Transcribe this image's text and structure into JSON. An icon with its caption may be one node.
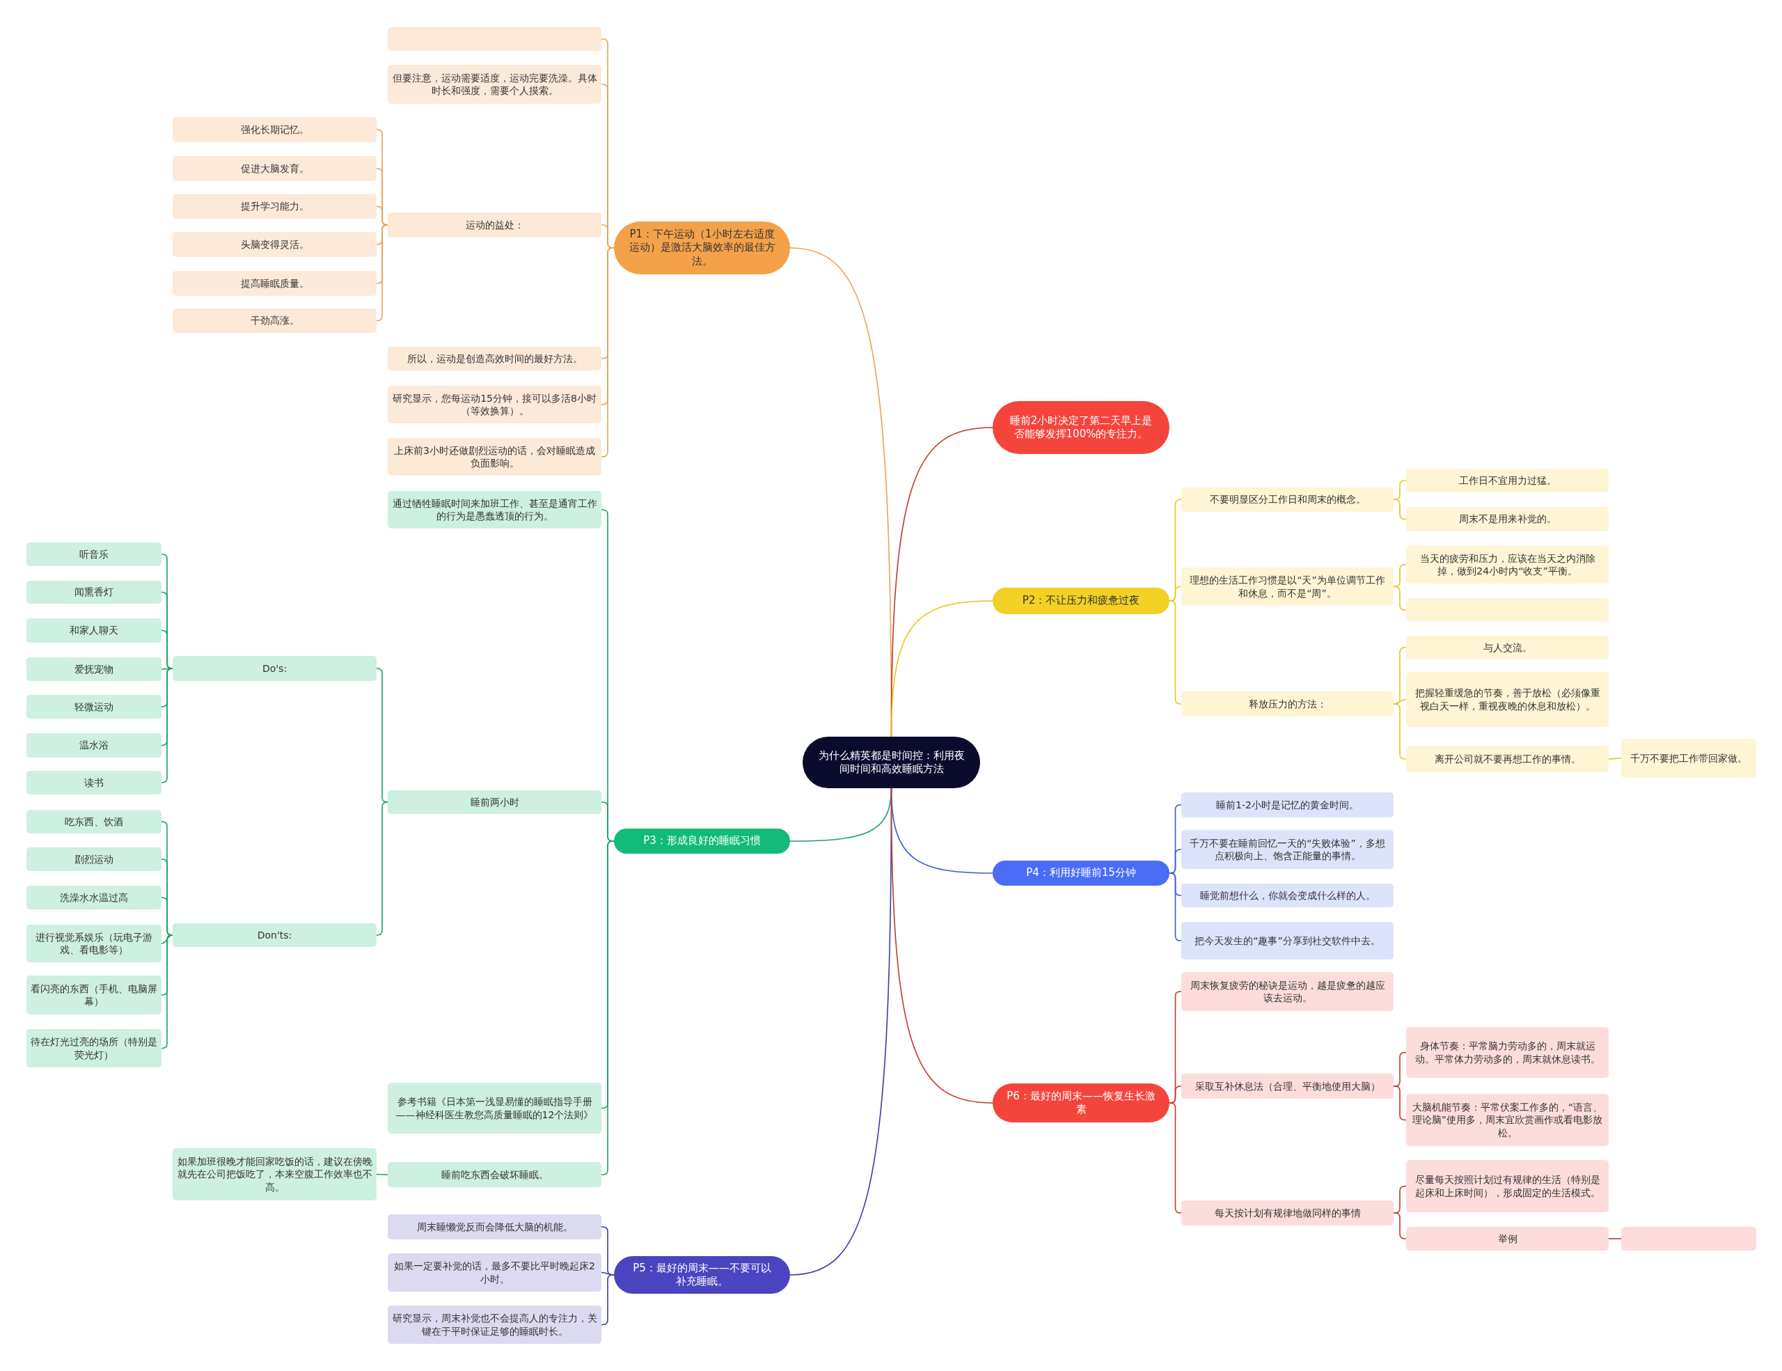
{
  "diagram": {
    "nodes": [
      {
        "text": [
          "为什么精英都是时间控：利用夜间时间和高效睡眠方法"
        ]
      },
      {
        "text": [
          "P1：下午运动（1小时左右适度运动）是激活大脑效率的最佳方法。"
        ]
      },
      {
        "text": [],
        "shape": "box"
      },
      {
        "text": [
          "但要注意，运动需要适度，运动完要洗澡。具体时长和强度，需要个人摸索。"
        ]
      },
      {
        "text": [
          "运动的益处："
        ]
      },
      {
        "text": [
          "强化长期记忆。"
        ]
      },
      {
        "text": [
          "促进大脑发育。"
        ]
      },
      {
        "text": [
          "提升学习能力。"
        ]
      },
      {
        "text": [
          "头脑变得灵活。"
        ]
      },
      {
        "text": [
          "提高睡眠质量。"
        ]
      },
      {
        "text": [
          "干劲高涨。"
        ]
      },
      {
        "text": [
          "所以，运动是创造高效时间的最好方法。"
        ]
      },
      {
        "text": [
          "研究显示，您每运动15分钟，接可以多活8小时（等效换算）。"
        ]
      },
      {
        "text": [
          "上床前3小时还做剧烈运动的话，会对睡眠造成负面影响。"
        ]
      },
      {
        "text": [
          "睡前2小时决定了第二天早上是否能够发挥100%的专注力。"
        ]
      },
      {
        "text": [
          "P2：不让压力和疲惫过夜"
        ]
      },
      {
        "text": [
          "不要明显区分工作日和周末的概念。"
        ]
      },
      {
        "text": [
          "工作日不宜用力过猛。"
        ]
      },
      {
        "text": [
          "周末不是用来补觉的。"
        ]
      },
      {
        "text": [
          "理想的生活工作习惯是以“天”为单位调节工作和休息，而不是“周”。"
        ]
      },
      {
        "text": [
          "当天的疲劳和压力，应该在当天之内消除掉，做到24小时内“收支”平衡。"
        ]
      },
      {
        "text": [],
        "shape": "box"
      },
      {
        "text": [
          "释放压力的方法："
        ]
      },
      {
        "text": [
          "与人交流。"
        ]
      },
      {
        "text": [
          "把握轻重缓急的节奏，善于放松（必须像重视白天一样，重视夜晚的休息和放松）。"
        ]
      },
      {
        "text": [
          "离开公司就不要再想工作的事情。"
        ]
      },
      {
        "text": [
          "千万不要把工作带回家做。"
        ]
      },
      {
        "text": [
          "P3：形成良好的睡眠习惯"
        ]
      },
      {
        "text": [
          "通过牺牲睡眠时间来加班工作、甚至是通宵工作的行为是愚蠢透顶的行为。"
        ]
      },
      {
        "text": [
          "睡前两小时"
        ]
      },
      {
        "text": [
          "Do's:"
        ]
      },
      {
        "text": [
          "听音乐"
        ]
      },
      {
        "text": [
          "闻熏香灯"
        ]
      },
      {
        "text": [
          "和家人聊天"
        ]
      },
      {
        "text": [
          "爱抚宠物"
        ]
      },
      {
        "text": [
          "轻微运动"
        ]
      },
      {
        "text": [
          "温水浴"
        ]
      },
      {
        "text": [
          "读书"
        ]
      },
      {
        "text": [
          "Don'ts:"
        ]
      },
      {
        "text": [
          "吃东西、饮酒"
        ]
      },
      {
        "text": [
          "剧烈运动"
        ]
      },
      {
        "text": [
          "洗澡水水温过高"
        ]
      },
      {
        "text": [
          "进行视觉系娱乐（玩电子游戏、看电影等）"
        ]
      },
      {
        "text": [
          "看闪亮的东西（手机、电脑屏幕）"
        ]
      },
      {
        "text": [
          "待在灯光过亮的场所（特别是荧光灯）"
        ]
      },
      {
        "text": [
          "参考书籍《日本第一浅显易懂的睡眠指导手册——神经科医生教您高质量睡眠的12个法则》"
        ]
      },
      {
        "text": [
          "睡前吃东西会破坏睡眠。"
        ]
      },
      {
        "text": [
          "如果加班很晚才能回家吃饭的话，建议在傍晚就先在公司把饭吃了，本来空腹工作效率也不高。"
        ]
      },
      {
        "text": [
          "P4：利用好睡前15分钟"
        ]
      },
      {
        "text": [
          "睡前1-2小时是记忆的黄金时间。"
        ]
      },
      {
        "text": [
          "千万不要在睡前回忆一天的“失败体验”，多想点积极向上、饱含正能量的事情。"
        ]
      },
      {
        "text": [
          "睡觉前想什么，你就会变成什么样的人。"
        ]
      },
      {
        "text": [
          "把今天发生的“趣事”分享到社交软件中去。"
        ]
      },
      {
        "text": [
          "P5：最好的周末——不要可以补充睡眠。"
        ]
      },
      {
        "text": [
          "周末睡懒觉反而会降低大脑的机能。"
        ]
      },
      {
        "text": [
          "如果一定要补觉的话，最多不要比平时晚起床2小时。"
        ]
      },
      {
        "text": [
          "研究显示，周末补觉也不会提高人的专注力，关键在于平时保证足够的睡眠时长。"
        ]
      },
      {
        "text": [
          "P6：最好的周末——恢复生长激素"
        ]
      },
      {
        "text": [
          "周末恢复疲劳的秘诀是运动，越是疲惫的越应该去运动。"
        ]
      },
      {
        "text": [
          "采取互补休息法（合理、平衡地使用大脑）"
        ]
      },
      {
        "text": [
          "身体节奏：平常脑力劳动多的，周末就运动。平常体力劳动多的，周末就休息读书。"
        ]
      },
      {
        "text": [
          "大脑机能节奏：平常伏案工作多的，“语言、理论脑”使用多，周末宜欣赏画作或看电影放松。"
        ]
      },
      {
        "text": [
          "每天按计划有规律地做同样的事情"
        ]
      },
      {
        "text": [
          "尽量每天按照计划过有规律的生活（特别是起床和上床时间），形成固定的生活模式。"
        ]
      },
      {
        "text": [
          "举例"
        ]
      },
      {
        "text": [],
        "shape": "box"
      }
    ],
    "edges": [
      {
        "from": 0,
        "to": 1,
        "arrow": "none",
        "color": "#e8a25a"
      },
      {
        "from": 1,
        "to": 2,
        "arrow": "none",
        "color": "#e8a25a"
      },
      {
        "from": 1,
        "to": 3,
        "arrow": "none",
        "color": "#e8a25a"
      },
      {
        "from": 1,
        "to": 4,
        "arrow": "none",
        "color": "#e8a25a"
      },
      {
        "from": 4,
        "to": 5,
        "arrow": "none",
        "color": "#e8a25a"
      },
      {
        "from": 4,
        "to": 6,
        "arrow": "none",
        "color": "#e8a25a"
      },
      {
        "from": 4,
        "to": 7,
        "arrow": "none",
        "color": "#e8a25a"
      },
      {
        "from": 4,
        "to": 8,
        "arrow": "none",
        "color": "#e8a25a"
      },
      {
        "from": 4,
        "to": 9,
        "arrow": "none",
        "color": "#e8a25a"
      },
      {
        "from": 4,
        "to": 10,
        "arrow": "none",
        "color": "#e8a25a"
      },
      {
        "from": 1,
        "to": 11,
        "arrow": "none",
        "color": "#e8a25a"
      },
      {
        "from": 1,
        "to": 12,
        "arrow": "none",
        "color": "#e8a25a"
      },
      {
        "from": 1,
        "to": 13,
        "arrow": "none",
        "color": "#e8a25a"
      },
      {
        "from": 0,
        "to": 14,
        "arrow": "none",
        "color": "#c0392b"
      },
      {
        "from": 0,
        "to": 15,
        "arrow": "none",
        "color": "#e6c619"
      },
      {
        "from": 15,
        "to": 16,
        "arrow": "none",
        "color": "#e6c619"
      },
      {
        "from": 16,
        "to": 17,
        "arrow": "none",
        "color": "#e6c619"
      },
      {
        "from": 16,
        "to": 18,
        "arrow": "none",
        "color": "#e6c619"
      },
      {
        "from": 15,
        "to": 19,
        "arrow": "none",
        "color": "#e6c619"
      },
      {
        "from": 19,
        "to": 20,
        "arrow": "none",
        "color": "#e6c619"
      },
      {
        "from": 19,
        "to": 21,
        "arrow": "none",
        "color": "#e6c619"
      },
      {
        "from": 15,
        "to": 22,
        "arrow": "none",
        "color": "#e6c619"
      },
      {
        "from": 22,
        "to": 23,
        "arrow": "none",
        "color": "#e6c619"
      },
      {
        "from": 22,
        "to": 24,
        "arrow": "none",
        "color": "#e6c619"
      },
      {
        "from": 22,
        "to": 25,
        "arrow": "none",
        "color": "#e6c619"
      },
      {
        "from": 25,
        "to": 26,
        "arrow": "none",
        "color": "#e6c619"
      },
      {
        "from": 0,
        "to": 27,
        "arrow": "none"
      },
      {
        "from": 27,
        "to": 28,
        "arrow": "none"
      },
      {
        "from": 27,
        "to": 29,
        "arrow": "none"
      },
      {
        "from": 29,
        "to": 30,
        "arrow": "none"
      },
      {
        "from": 30,
        "to": 31,
        "arrow": "none"
      },
      {
        "from": 30,
        "to": 32,
        "arrow": "none"
      },
      {
        "from": 30,
        "to": 33,
        "arrow": "none"
      },
      {
        "from": 30,
        "to": 34,
        "arrow": "none"
      },
      {
        "from": 30,
        "to": 35,
        "arrow": "none"
      },
      {
        "from": 30,
        "to": 36,
        "arrow": "none"
      },
      {
        "from": 30,
        "to": 37,
        "arrow": "none"
      },
      {
        "from": 29,
        "to": 38,
        "arrow": "none"
      },
      {
        "from": 38,
        "to": 39,
        "arrow": "none"
      },
      {
        "from": 38,
        "to": 40,
        "arrow": "none"
      },
      {
        "from": 38,
        "to": 41,
        "arrow": "none"
      },
      {
        "from": 38,
        "to": 42,
        "arrow": "none"
      },
      {
        "from": 38,
        "to": 43,
        "arrow": "none"
      },
      {
        "from": 38,
        "to": 44,
        "arrow": "none"
      },
      {
        "from": 27,
        "to": 45,
        "arrow": "none"
      },
      {
        "from": 27,
        "to": 46,
        "arrow": "none"
      },
      {
        "from": 46,
        "to": 47,
        "arrow": "none"
      },
      {
        "from": 0,
        "to": 48,
        "arrow": "none",
        "color": "#3a5bd0"
      },
      {
        "from": 48,
        "to": 49,
        "arrow": "none",
        "color": "#3a5bd0"
      },
      {
        "from": 48,
        "to": 50,
        "arrow": "none",
        "color": "#3a5bd0"
      },
      {
        "from": 48,
        "to": 51,
        "arrow": "none",
        "color": "#3a5bd0"
      },
      {
        "from": 48,
        "to": 52,
        "arrow": "none",
        "color": "#3a5bd0"
      },
      {
        "from": 0,
        "to": 53,
        "arrow": "none",
        "color": "#3b3ba8"
      },
      {
        "from": 53,
        "to": 54,
        "arrow": "none",
        "color": "#3b3ba8"
      },
      {
        "from": 53,
        "to": 55,
        "arrow": "none",
        "color": "#3b3ba8"
      },
      {
        "from": 53,
        "to": 56,
        "arrow": "none",
        "color": "#3b3ba8"
      },
      {
        "from": 0,
        "to": 57,
        "arrow": "none",
        "color": "#c0392b"
      },
      {
        "from": 57,
        "to": 58,
        "arrow": "none",
        "color": "#c0392b"
      },
      {
        "from": 57,
        "to": 59,
        "arrow": "none",
        "color": "#c0392b"
      },
      {
        "from": 59,
        "to": 60,
        "arrow": "none",
        "color": "#c0392b"
      },
      {
        "from": 59,
        "to": 61,
        "arrow": "none",
        "color": "#c0392b"
      },
      {
        "from": 57,
        "to": 62,
        "arrow": "none",
        "color": "#c0392b"
      },
      {
        "from": 62,
        "to": 63,
        "arrow": "none",
        "color": "#c0392b"
      },
      {
        "from": 62,
        "to": 64,
        "arrow": "none",
        "color": "#c0392b"
      },
      {
        "from": 64,
        "to": 65,
        "arrow": "none",
        "color": "#c0392b"
      }
    ]
  }
}
